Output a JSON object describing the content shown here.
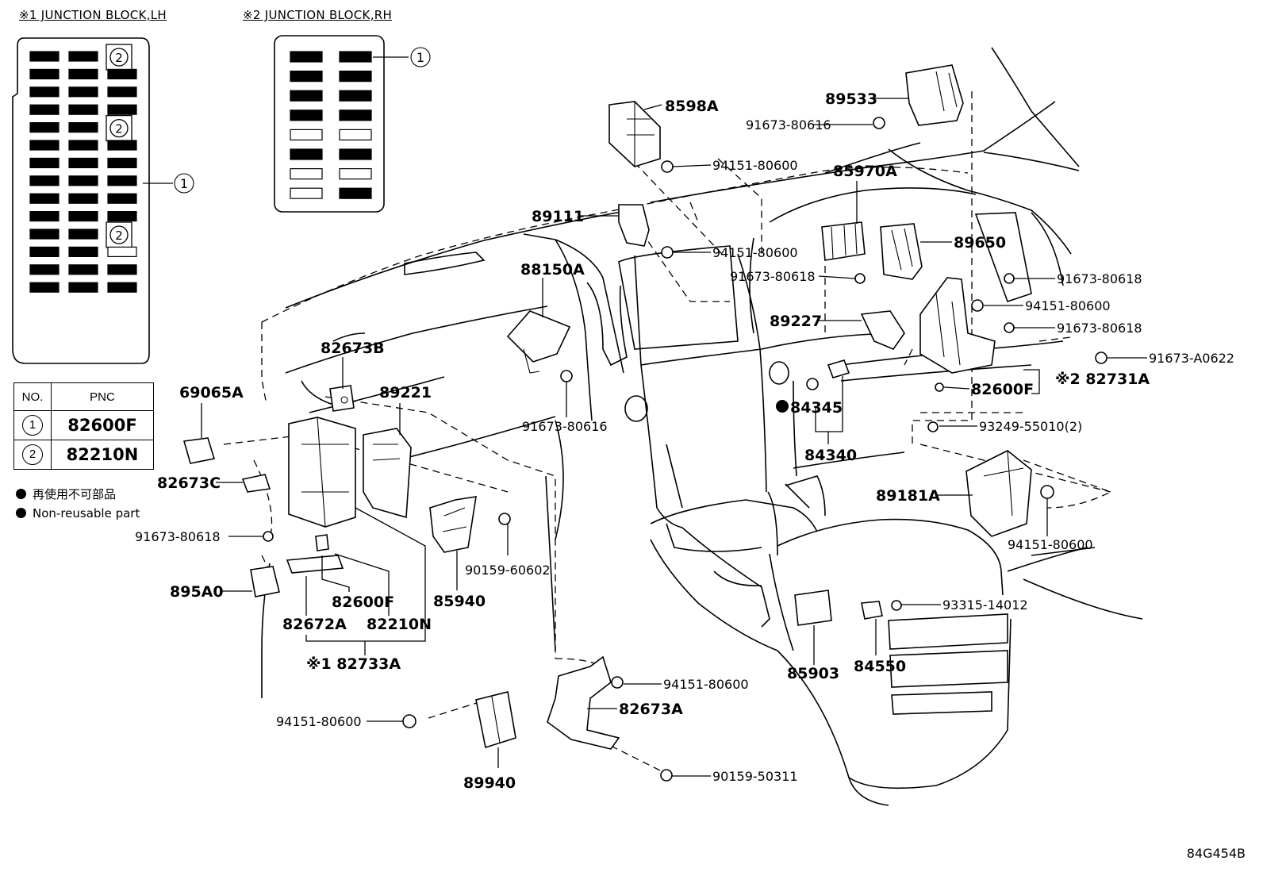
{
  "headers": {
    "jb_lh": "※1 JUNCTION BLOCK,LH",
    "jb_rh": "※2 JUNCTION BLOCK,RH"
  },
  "table": {
    "col_no": "NO.",
    "col_pnc": "PNC",
    "rows": [
      {
        "no": "1",
        "pnc": "82600F"
      },
      {
        "no": "2",
        "pnc": "82210N"
      }
    ]
  },
  "notes": {
    "jp": "再使用不可部品",
    "en": "Non-reusable part"
  },
  "drawing_code": "84G454B",
  "callouts": [
    {
      "id": "c-8598A",
      "text": "8598A"
    },
    {
      "id": "c-94151-80600-a",
      "text": "94151-80600"
    },
    {
      "id": "c-89533",
      "text": "89533"
    },
    {
      "id": "c-91673-80616-a",
      "text": "91673-80616"
    },
    {
      "id": "c-85970A",
      "text": "85970A"
    },
    {
      "id": "c-89111",
      "text": "89111"
    },
    {
      "id": "c-94151-80600-b",
      "text": "94151-80600"
    },
    {
      "id": "c-89650",
      "text": "89650"
    },
    {
      "id": "c-91673-80618-a",
      "text": "91673-80618"
    },
    {
      "id": "c-91673-80618-b",
      "text": "91673-80618"
    },
    {
      "id": "c-88150A",
      "text": "88150A"
    },
    {
      "id": "c-94151-80600-c",
      "text": "94151-80600"
    },
    {
      "id": "c-89227",
      "text": "89227"
    },
    {
      "id": "c-91673-80618-c",
      "text": "91673-80618"
    },
    {
      "id": "c-91673-A0622",
      "text": "91673-A0622"
    },
    {
      "id": "c-82673B",
      "text": "82673B"
    },
    {
      "id": "c-82731A",
      "text": "※2 82731A"
    },
    {
      "id": "c-82600F-rh",
      "text": "82600F"
    },
    {
      "id": "c-69065A",
      "text": "69065A"
    },
    {
      "id": "c-89221",
      "text": "89221"
    },
    {
      "id": "c-84345",
      "text": "84345"
    },
    {
      "id": "c-91673-80616-b",
      "text": "91673-80616"
    },
    {
      "id": "c-93249-55010",
      "text": "93249-55010(2)"
    },
    {
      "id": "c-84340",
      "text": "84340"
    },
    {
      "id": "c-82673C",
      "text": "82673C"
    },
    {
      "id": "c-89181A",
      "text": "89181A"
    },
    {
      "id": "c-91673-80618-d",
      "text": "91673-80618"
    },
    {
      "id": "c-94151-80600-d",
      "text": "94151-80600"
    },
    {
      "id": "c-90159-60602",
      "text": "90159-60602"
    },
    {
      "id": "c-895A0",
      "text": "895A0"
    },
    {
      "id": "c-82600F-lh",
      "text": "82600F"
    },
    {
      "id": "c-85940",
      "text": "85940"
    },
    {
      "id": "c-93315-14012",
      "text": "93315-14012"
    },
    {
      "id": "c-82672A",
      "text": "82672A"
    },
    {
      "id": "c-82210N",
      "text": "82210N"
    },
    {
      "id": "c-82733A",
      "text": "※1 82733A"
    },
    {
      "id": "c-85903",
      "text": "85903"
    },
    {
      "id": "c-84550",
      "text": "84550"
    },
    {
      "id": "c-94151-80600-e",
      "text": "94151-80600"
    },
    {
      "id": "c-82673A",
      "text": "82673A"
    },
    {
      "id": "c-94151-80600-f",
      "text": "94151-80600"
    },
    {
      "id": "c-89940",
      "text": "89940"
    },
    {
      "id": "c-90159-50311",
      "text": "90159-50311"
    }
  ],
  "jb_lh_slots": [
    "fuse",
    "fuse",
    "ref2",
    "fuse",
    "fuse",
    "fuse",
    "fuse",
    "fuse",
    "fuse",
    "fuse",
    "fuse",
    "fuse",
    "fuse",
    "fuse",
    "ref2",
    "fuse",
    "fuse",
    "fuse",
    "fuse",
    "fuse",
    "fuse",
    "fuse",
    "fuse",
    "fuse",
    "fuse",
    "fuse",
    "fuse",
    "fuse",
    "fuse",
    "fuse",
    "fuse",
    "fuse",
    "ref2",
    "fuse",
    "fuse",
    "empty",
    "fuse",
    "fuse",
    "fuse",
    "fuse",
    "fuse",
    "fuse"
  ],
  "jb_lh_refs": {
    "one": "1",
    "two": "2"
  },
  "jb_rh_slots": [
    "fuse",
    "fuse",
    "fuse",
    "fuse",
    "fuse",
    "fuse",
    "fuse",
    "fuse",
    "empty",
    "empty",
    "fuse",
    "fuse",
    "empty",
    "empty",
    "empty",
    "fuse"
  ],
  "jb_rh_refs": {
    "one": "1"
  }
}
